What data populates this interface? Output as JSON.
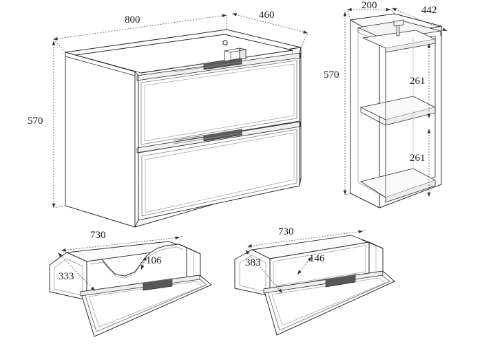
{
  "drawing": {
    "type": "technical-assembly-drawing",
    "subject": "wall-hung bathroom vanity cabinet with two drawers",
    "background_color": "#ffffff",
    "line_color": "#2b2b2b",
    "dimension_line_color": "#555555",
    "text_color": "#1a1a1a",
    "units": "mm"
  },
  "views": {
    "front_cabinet": {
      "name": "main cabinet isometric",
      "dimensions": {
        "width": "800",
        "depth": "460",
        "height": "570"
      }
    },
    "side_cabinet": {
      "name": "side cabinet isometric",
      "dimensions": {
        "width": "200",
        "depth": "442",
        "height": "570",
        "upper_compartment": "261",
        "lower_compartment": "261"
      }
    },
    "left_drawer": {
      "name": "upper drawer with plumbing cutout",
      "dimensions": {
        "width": "730",
        "depth": "333",
        "height": "106"
      }
    },
    "right_drawer": {
      "name": "lower drawer",
      "dimensions": {
        "width": "730",
        "depth": "383",
        "height": "146"
      }
    }
  },
  "labels": {
    "d800": "800",
    "d460": "460",
    "d570_main": "570",
    "d200": "200",
    "d442": "442",
    "d570_side": "570",
    "d261_upper": "261",
    "d261_lower": "261",
    "d730_left": "730",
    "d106": "106",
    "d333": "333",
    "d730_right": "730",
    "d146": "146",
    "d383": "383"
  }
}
